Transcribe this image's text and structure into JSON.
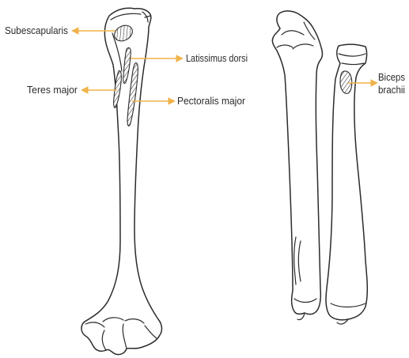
{
  "colors": {
    "arrow": "#f0b24a",
    "outline": "#2b2b2b",
    "bone_fill": "#ffffff",
    "background": "#ffffff"
  },
  "bones": [
    {
      "name": "humerus"
    },
    {
      "name": "ulna"
    },
    {
      "name": "radius"
    }
  ],
  "insertions": [
    {
      "muscle": "Subescapularis",
      "bone": "humerus",
      "arrow": "point-left"
    },
    {
      "muscle": "Latissimus dorsi",
      "bone": "humerus",
      "arrow": "point-right"
    },
    {
      "muscle": "Teres major",
      "bone": "humerus",
      "arrow": "point-left"
    },
    {
      "muscle": "Pectoralis major",
      "bone": "humerus",
      "arrow": "point-right"
    },
    {
      "muscle": "Biceps brachii",
      "bone": "radius",
      "arrow": "point-right"
    }
  ],
  "labels": {
    "subescapularis": "Subescapularis",
    "latissimus_dorsi": "Latissimus dorsi",
    "teres_major": "Teres major",
    "pectoralis_major": "Pectoralis major",
    "biceps_line1": "Biceps",
    "biceps_line2": "brachii"
  }
}
